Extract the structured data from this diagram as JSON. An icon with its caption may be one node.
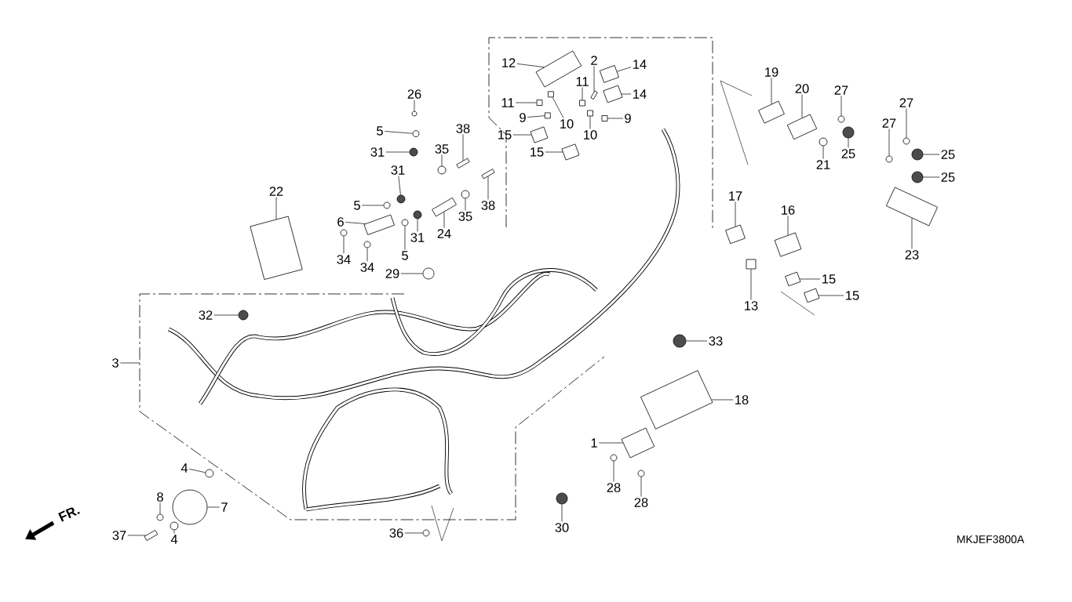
{
  "diagram": {
    "nodes": [
      {
        "text": [
          "12"
        ]
      },
      {
        "text": [
          "2"
        ]
      },
      {
        "text": [
          "14"
        ]
      },
      {
        "text": [
          "14"
        ]
      },
      {
        "text": [
          "11"
        ]
      },
      {
        "text": [
          "11"
        ]
      },
      {
        "text": [
          "9"
        ]
      },
      {
        "text": [
          "10"
        ]
      },
      {
        "text": [
          "10"
        ]
      },
      {
        "text": [
          "9"
        ]
      },
      {
        "text": [
          "15"
        ]
      },
      {
        "text": [
          "15"
        ]
      },
      {
        "text": [
          "19"
        ]
      },
      {
        "text": [
          "20"
        ]
      },
      {
        "text": [
          "27"
        ]
      },
      {
        "text": [
          "27"
        ]
      },
      {
        "text": [
          "27"
        ]
      },
      {
        "text": [
          "25"
        ]
      },
      {
        "text": [
          "25"
        ]
      },
      {
        "text": [
          "25"
        ]
      },
      {
        "text": [
          "21"
        ]
      },
      {
        "text": [
          "26"
        ]
      },
      {
        "text": [
          "5"
        ]
      },
      {
        "text": [
          "31"
        ]
      },
      {
        "text": [
          "38"
        ]
      },
      {
        "text": [
          "35"
        ]
      },
      {
        "text": [
          "31"
        ]
      },
      {
        "text": [
          "5"
        ]
      },
      {
        "text": [
          "6"
        ]
      },
      {
        "text": [
          "34"
        ]
      },
      {
        "text": [
          "34"
        ]
      },
      {
        "text": [
          "5"
        ]
      },
      {
        "text": [
          "31"
        ]
      },
      {
        "text": [
          "24"
        ]
      },
      {
        "text": [
          "35"
        ]
      },
      {
        "text": [
          "38"
        ]
      },
      {
        "text": [
          "22"
        ]
      },
      {
        "text": [
          "29"
        ]
      },
      {
        "text": [
          "32"
        ]
      },
      {
        "text": [
          "3"
        ]
      },
      {
        "text": [
          "17"
        ]
      },
      {
        "text": [
          "16"
        ]
      },
      {
        "text": [
          "13"
        ]
      },
      {
        "text": [
          "15"
        ]
      },
      {
        "text": [
          "15"
        ]
      },
      {
        "text": [
          "23"
        ]
      },
      {
        "text": [
          "33"
        ]
      },
      {
        "text": [
          "18"
        ]
      },
      {
        "text": [
          "1"
        ]
      },
      {
        "text": [
          "28"
        ]
      },
      {
        "text": [
          "28"
        ]
      },
      {
        "text": [
          "30"
        ]
      },
      {
        "text": [
          "4"
        ]
      },
      {
        "text": [
          "7"
        ]
      },
      {
        "text": [
          "8"
        ]
      },
      {
        "text": [
          "4"
        ]
      },
      {
        "text": [
          "37"
        ]
      },
      {
        "text": [
          "36"
        ]
      },
      {
        "text": [],
        "shape": "box"
      },
      {
        "text": [],
        "shape": "box"
      },
      {
        "text": [],
        "shape": "box"
      },
      {
        "text": [],
        "shape": "box"
      },
      {
        "text": [],
        "shape": "box"
      },
      {
        "text": [],
        "shape": "box"
      },
      {
        "text": [],
        "shape": "box"
      },
      {
        "text": [],
        "shape": "box"
      },
      {
        "text": [],
        "shape": "box"
      },
      {
        "text": [],
        "shape": "box"
      },
      {
        "text": [],
        "shape": "box"
      },
      {
        "text": [],
        "shape": "box"
      },
      {
        "text": [],
        "shape": "box"
      },
      {
        "text": [],
        "shape": "box"
      },
      {
        "text": [],
        "shape": "circle"
      },
      {
        "text": [],
        "shape": "circle"
      },
      {
        "text": [],
        "shape": "circle"
      },
      {
        "text": [],
        "shape": "circle"
      },
      {
        "text": [],
        "shape": "circle"
      },
      {
        "text": [],
        "shape": "circle"
      },
      {
        "text": [],
        "shape": "circle"
      },
      {
        "text": [],
        "shape": "circle"
      },
      {
        "text": [],
        "shape": "circle"
      },
      {
        "text": [],
        "shape": "circle"
      },
      {
        "text": [],
        "shape": "box"
      },
      {
        "text": [],
        "shape": "circle"
      },
      {
        "text": [],
        "shape": "circle"
      },
      {
        "text": [],
        "shape": "circle"
      },
      {
        "text": [],
        "shape": "box"
      },
      {
        "text": [],
        "shape": "circle"
      },
      {
        "text": [],
        "shape": "circle"
      },
      {
        "text": [],
        "shape": "circle"
      },
      {
        "text": [],
        "shape": "circle"
      },
      {
        "text": [],
        "shape": "box"
      },
      {
        "text": [],
        "shape": "circle"
      },
      {
        "text": [],
        "shape": "box"
      },
      {
        "text": [],
        "shape": "box"
      },
      {
        "text": [],
        "shape": "circle"
      },
      {
        "text": [],
        "shape": "circle"
      },
      {
        "text": [],
        "shape": "box"
      },
      {
        "text": [],
        "shape": "box"
      },
      {
        "text": [],
        "shape": "box"
      },
      {
        "text": [],
        "shape": "box"
      },
      {
        "text": [],
        "shape": "box"
      },
      {
        "text": [],
        "shape": "box"
      },
      {
        "text": [],
        "shape": "circle"
      },
      {
        "text": [],
        "shape": "box"
      },
      {
        "text": [],
        "shape": "box"
      },
      {
        "text": [],
        "shape": "circle"
      },
      {
        "text": [],
        "shape": "circle"
      },
      {
        "text": [],
        "shape": "circle"
      },
      {
        "text": [],
        "shape": "circle"
      },
      {
        "text": [],
        "shape": "circle"
      },
      {
        "text": [],
        "shape": "circle"
      },
      {
        "text": [],
        "shape": "circle"
      },
      {
        "text": [],
        "shape": "box"
      },
      {
        "text": [],
        "shape": "circle"
      }
    ],
    "edges": [
      {
        "from": 0,
        "to": 58,
        "arrow": "none"
      },
      {
        "from": 1,
        "to": 59,
        "arrow": "none"
      },
      {
        "from": 2,
        "to": 60,
        "arrow": "none"
      },
      {
        "from": 3,
        "to": 61,
        "arrow": "none"
      },
      {
        "from": 4,
        "to": 62,
        "arrow": "none"
      },
      {
        "from": 5,
        "to": 63,
        "arrow": "none"
      },
      {
        "from": 6,
        "to": 64,
        "arrow": "none"
      },
      {
        "from": 7,
        "to": 65,
        "arrow": "none"
      },
      {
        "from": 8,
        "to": 66,
        "arrow": "none"
      },
      {
        "from": 9,
        "to": 67,
        "arrow": "none"
      },
      {
        "from": 10,
        "to": 68,
        "arrow": "none"
      },
      {
        "from": 11,
        "to": 69,
        "arrow": "none"
      },
      {
        "from": 12,
        "to": 70,
        "arrow": "none"
      },
      {
        "from": 13,
        "to": 71,
        "arrow": "none"
      },
      {
        "from": 14,
        "to": 72,
        "arrow": "none"
      },
      {
        "from": 15,
        "to": 73,
        "arrow": "none"
      },
      {
        "from": 16,
        "to": 74,
        "arrow": "none"
      },
      {
        "from": 17,
        "to": 75,
        "arrow": "none"
      },
      {
        "from": 18,
        "to": 76,
        "arrow": "none"
      },
      {
        "from": 19,
        "to": 77,
        "arrow": "none"
      },
      {
        "from": 20,
        "to": 78,
        "arrow": "none"
      },
      {
        "from": 21,
        "to": 79,
        "arrow": "none"
      },
      {
        "from": 22,
        "to": 80,
        "arrow": "none"
      },
      {
        "from": 23,
        "to": 81,
        "arrow": "none"
      },
      {
        "from": 24,
        "to": 82,
        "arrow": "none"
      },
      {
        "from": 25,
        "to": 83,
        "arrow": "none"
      },
      {
        "from": 26,
        "to": 84,
        "arrow": "none"
      },
      {
        "from": 27,
        "to": 85,
        "arrow": "none"
      },
      {
        "from": 28,
        "to": 86,
        "arrow": "none"
      },
      {
        "from": 29,
        "to": 87,
        "arrow": "none"
      },
      {
        "from": 30,
        "to": 88,
        "arrow": "none"
      },
      {
        "from": 31,
        "to": 89,
        "arrow": "none"
      },
      {
        "from": 32,
        "to": 90,
        "arrow": "none"
      },
      {
        "from": 33,
        "to": 91,
        "arrow": "none"
      },
      {
        "from": 34,
        "to": 92,
        "arrow": "none"
      },
      {
        "from": 35,
        "to": 93,
        "arrow": "none"
      },
      {
        "from": 36,
        "to": 94,
        "arrow": "none"
      },
      {
        "from": 37,
        "to": 95,
        "arrow": "none"
      },
      {
        "from": 38,
        "to": 96,
        "arrow": "none"
      },
      {
        "from": 39,
        "to": null,
        "arrow": "none"
      },
      {
        "from": 40,
        "to": 97,
        "arrow": "none"
      },
      {
        "from": 41,
        "to": 98,
        "arrow": "none"
      },
      {
        "from": 42,
        "to": 99,
        "arrow": "none"
      },
      {
        "from": 43,
        "to": 100,
        "arrow": "none"
      },
      {
        "from": 44,
        "to": 101,
        "arrow": "none"
      },
      {
        "from": 45,
        "to": 102,
        "arrow": "none"
      },
      {
        "from": 46,
        "to": 103,
        "arrow": "none"
      },
      {
        "from": 47,
        "to": 104,
        "arrow": "none"
      },
      {
        "from": 48,
        "to": 105,
        "arrow": "none"
      },
      {
        "from": 49,
        "to": 106,
        "arrow": "none"
      },
      {
        "from": 50,
        "to": 107,
        "arrow": "none"
      },
      {
        "from": 51,
        "to": 108,
        "arrow": "none"
      },
      {
        "from": 52,
        "to": 109,
        "arrow": "none"
      },
      {
        "from": 53,
        "to": 110,
        "arrow": "none"
      },
      {
        "from": 54,
        "to": 111,
        "arrow": "none"
      },
      {
        "from": 55,
        "to": 112,
        "arrow": "none"
      },
      {
        "from": 56,
        "to": 113,
        "arrow": "none"
      },
      {
        "from": 57,
        "to": 114,
        "arrow": "none"
      }
    ],
    "labels": [
      "FR.",
      "MKJEF3800A"
    ]
  }
}
